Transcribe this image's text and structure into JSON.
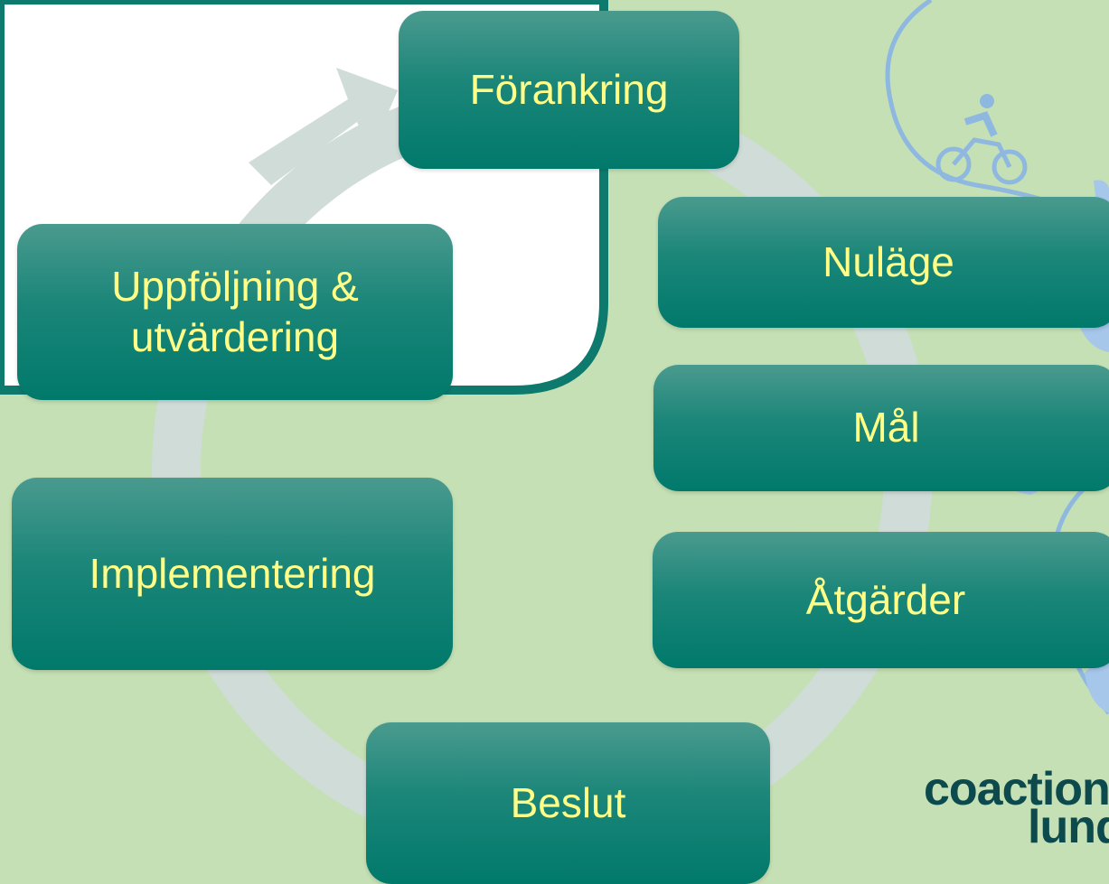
{
  "diagram": {
    "stages": [
      {
        "id": "forankring",
        "label": "Förankring"
      },
      {
        "id": "nulage",
        "label": "Nuläge"
      },
      {
        "id": "mal",
        "label": "Mål"
      },
      {
        "id": "atgarder",
        "label": "Åtgärder"
      },
      {
        "id": "beslut",
        "label": "Beslut"
      },
      {
        "id": "implementering",
        "label": "Implementering"
      },
      {
        "id": "uppfoljning",
        "label": "Uppföljning &\nutvärdering"
      }
    ]
  },
  "logo": {
    "top": "coaction",
    "bottom": "lund"
  },
  "colors": {
    "background": "#c5e0b5",
    "box": "#00796b",
    "text": "#ffff88",
    "cycle": "#cfdcd8",
    "accent_line": "#0e7a6e",
    "illustration": "#8fb8e0"
  },
  "icons": [
    "cyclist-icon",
    "leaf-icon",
    "cycle-arrow-icon"
  ]
}
